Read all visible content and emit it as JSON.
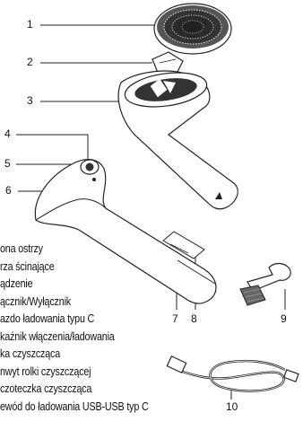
{
  "callouts": [
    "1",
    "2",
    "3",
    "4",
    "5",
    "6",
    "7",
    "8",
    "9",
    "10"
  ],
  "legend": [
    "ona ostrzy",
    "rza ścinające",
    "ądzenie",
    "ącznik/Wyłącznik",
    "azdo ładowania typu C",
    "kaźnik włączenia/ładowania",
    "ka czyszcząca",
    "nwyt rolki czyszczącej",
    "czoteczka czyszcząca",
    "ewód do ładowania USB-USB typ C"
  ]
}
